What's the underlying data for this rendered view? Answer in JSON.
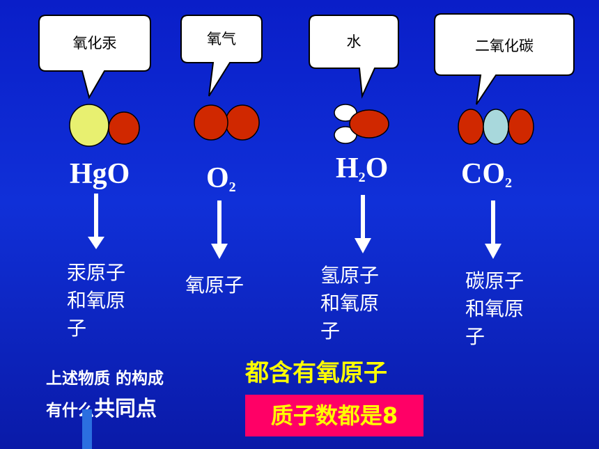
{
  "callouts": [
    {
      "text": "氧化汞"
    },
    {
      "text": "氧气"
    },
    {
      "text": "水"
    },
    {
      "text": "二氧化碳"
    }
  ],
  "formulas": [
    {
      "main": "HgO",
      "sub": "",
      "tail": ""
    },
    {
      "main": "O",
      "sub": "2",
      "tail": ""
    },
    {
      "main": "H",
      "sub": "2",
      "tail": "O"
    },
    {
      "main": "CO",
      "sub": "2",
      "tail": ""
    }
  ],
  "atom_labels": [
    {
      "lines": [
        "汞原子",
        "和氧原",
        "子"
      ]
    },
    {
      "lines": [
        "氧原子"
      ]
    },
    {
      "lines": [
        "氢原子",
        "和氧原",
        "子"
      ]
    },
    {
      "lines": [
        "碳原子",
        "和氧原",
        "子"
      ]
    }
  ],
  "question": {
    "part1": "上述物质 的构成",
    "part2": "有什么",
    "part3": "共同点"
  },
  "answers": {
    "line1": "都含有氧原子",
    "line2": "质子数都是8"
  },
  "colors": {
    "background": "#0a1ec8",
    "oxygen": "#d02800",
    "mercury": "#e8f070",
    "hydrogen": "#ffffff",
    "carbon": "#a8d8dc",
    "answer_text": "#ffff00",
    "answer_box": "#ff0066"
  }
}
